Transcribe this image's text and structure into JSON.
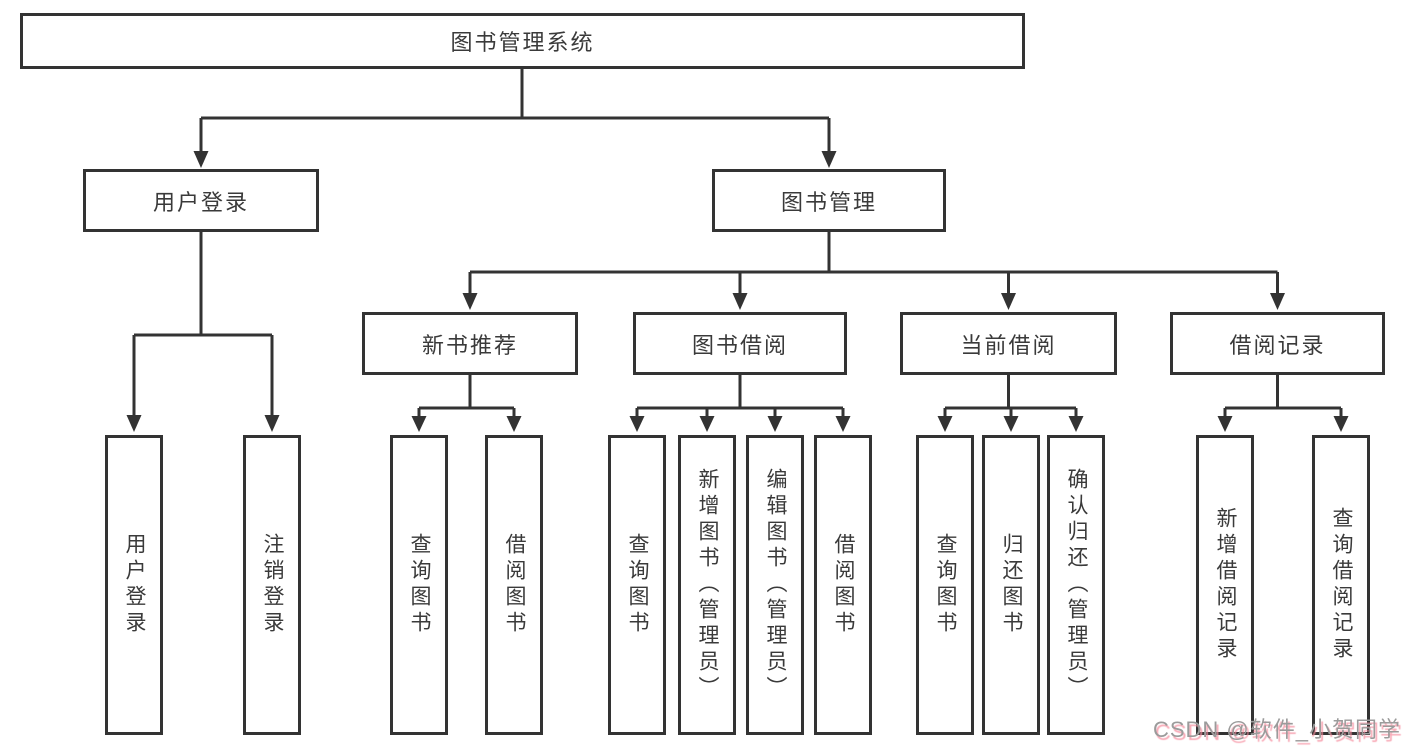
{
  "diagram": {
    "root_label": "图书管理系统",
    "branches": [
      {
        "label": "用户登录",
        "leaves": [
          "用户登录",
          "注销登录"
        ]
      },
      {
        "label": "图书管理",
        "groups": [
          {
            "label": "新书推荐",
            "leaves": [
              "查询图书",
              "借阅图书"
            ]
          },
          {
            "label": "图书借阅",
            "leaves": [
              "查询图书",
              "新增图书（管理员）",
              "编辑图书（管理员）",
              "借阅图书"
            ]
          },
          {
            "label": "当前借阅",
            "leaves": [
              "查询图书",
              "归还图书",
              "确认归还（管理员）"
            ]
          },
          {
            "label": "借阅记录",
            "leaves": [
              "新增借阅记录",
              "查询借阅记录"
            ]
          }
        ]
      }
    ]
  },
  "watermark": {
    "text": "CSDN @软件_小贺同学"
  },
  "colors": {
    "background": "#ffffff",
    "line": "#333333",
    "box_border": "#333333",
    "box_fill": "#ffffff",
    "text": "#3a3a3a",
    "watermark_gray": "#9b9b9b",
    "watermark_pink": "#f68c9e"
  }
}
